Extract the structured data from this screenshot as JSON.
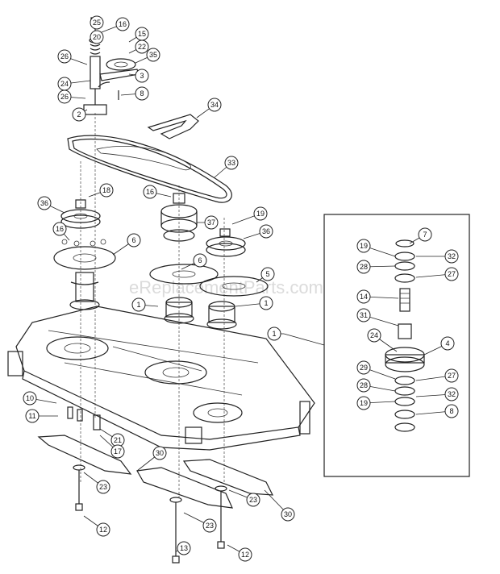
{
  "watermark": "eReplacementParts.com",
  "callouts": [
    {
      "label": "25"
    },
    {
      "label": "16"
    },
    {
      "label": "20"
    },
    {
      "label": "15"
    },
    {
      "label": "22"
    },
    {
      "label": "26"
    },
    {
      "label": "35"
    },
    {
      "label": "3"
    },
    {
      "label": "24"
    },
    {
      "label": "8"
    },
    {
      "label": "26"
    },
    {
      "label": "2"
    },
    {
      "label": "34"
    },
    {
      "label": "33"
    },
    {
      "label": "36"
    },
    {
      "label": "18"
    },
    {
      "label": "16"
    },
    {
      "label": "37"
    },
    {
      "label": "19"
    },
    {
      "label": "36"
    },
    {
      "label": "16"
    },
    {
      "label": "6"
    },
    {
      "label": "6"
    },
    {
      "label": "5"
    },
    {
      "label": "1"
    },
    {
      "label": "1"
    },
    {
      "label": "10"
    },
    {
      "label": "11"
    },
    {
      "label": "21"
    },
    {
      "label": "17"
    },
    {
      "label": "30"
    },
    {
      "label": "23"
    },
    {
      "label": "30"
    },
    {
      "label": "23"
    },
    {
      "label": "23"
    },
    {
      "label": "12"
    },
    {
      "label": "13"
    },
    {
      "label": "12"
    },
    {
      "label": "1"
    },
    {
      "label": "7"
    },
    {
      "label": "19"
    },
    {
      "label": "28"
    },
    {
      "label": "32"
    },
    {
      "label": "27"
    },
    {
      "label": "14"
    },
    {
      "label": "31"
    },
    {
      "label": "24"
    },
    {
      "label": "4"
    },
    {
      "label": "29"
    },
    {
      "label": "28"
    },
    {
      "label": "27"
    },
    {
      "label": "19"
    },
    {
      "label": "32"
    },
    {
      "label": "8"
    }
  ]
}
